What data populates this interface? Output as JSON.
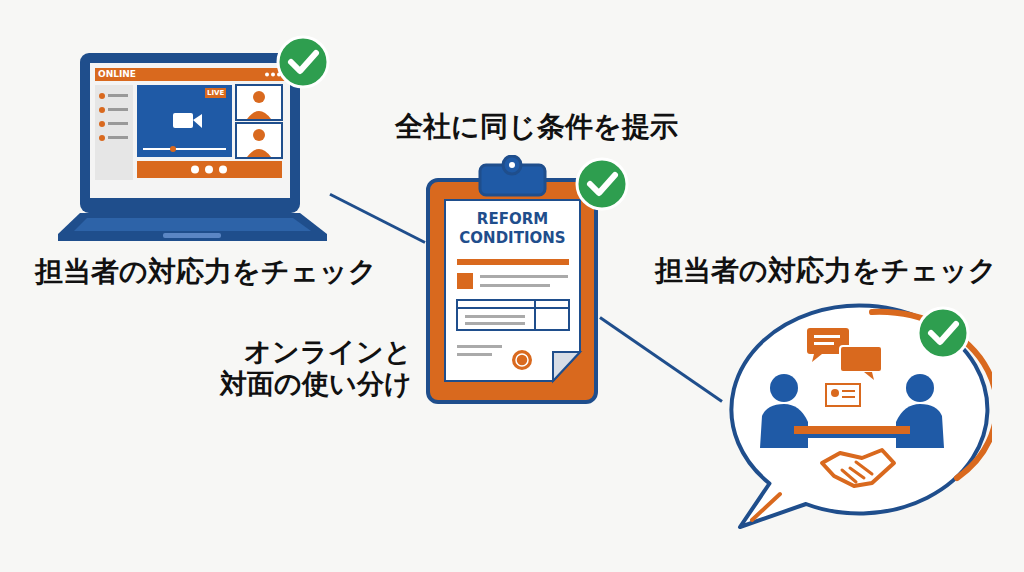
{
  "diagram": {
    "nodes": [
      {
        "text": [
          "ONLINE",
          "LIVE",
          "担当者の対応力をチェック"
        ]
      },
      {
        "text": [
          "全社に同じ条件を提示",
          "REFORM CONDITIONS"
        ]
      },
      {
        "text": [
          "担当者の対応力をチェック"
        ]
      }
    ],
    "edges": [
      {
        "from": 0,
        "to": 1,
        "arrow": "none"
      },
      {
        "from": 1,
        "to": 2,
        "arrow": "none"
      }
    ],
    "labels": [
      "オンラインと 対面の使い分け"
    ]
  }
}
